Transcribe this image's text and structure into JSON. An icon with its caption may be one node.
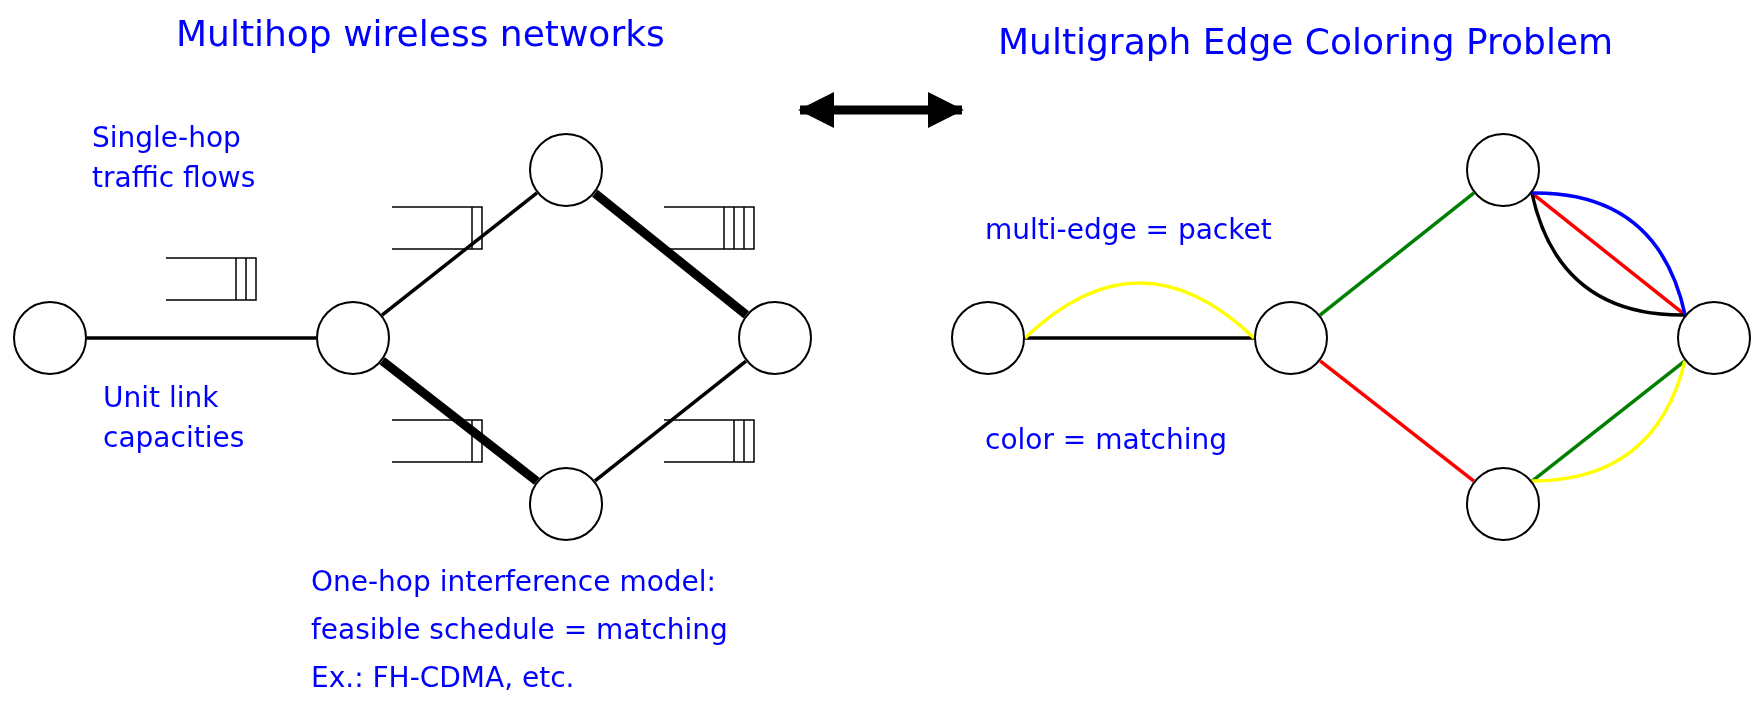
{
  "diagram": {
    "nodes": [
      {
        "text": [
          "Multihop wireless networks"
        ]
      },
      {
        "text": [
          "Multigraph Edge Coloring Problem"
        ]
      },
      {
        "text": [],
        "shape": "circle"
      },
      {
        "text": [],
        "shape": "circle"
      },
      {
        "text": [],
        "shape": "circle"
      },
      {
        "text": [],
        "shape": "circle"
      },
      {
        "text": [],
        "shape": "circle"
      },
      {
        "text": [],
        "shape": "circle"
      },
      {
        "text": [],
        "shape": "circle"
      },
      {
        "text": [],
        "shape": "circle"
      },
      {
        "text": [],
        "shape": "circle"
      },
      {
        "text": [],
        "shape": "circle"
      }
    ],
    "edges": [
      {
        "from": 0,
        "to": 1,
        "arrow": "both",
        "style": "thick"
      },
      {
        "from": 2,
        "to": 3,
        "arrow": "none"
      },
      {
        "from": 3,
        "to": 4,
        "arrow": "none"
      },
      {
        "from": 4,
        "to": 5,
        "arrow": "none",
        "style": "thick"
      },
      {
        "from": 3,
        "to": 6,
        "arrow": "none",
        "style": "thick"
      },
      {
        "from": 6,
        "to": 5,
        "arrow": "none"
      },
      {
        "from": 7,
        "to": 8,
        "arrow": "none"
      },
      {
        "from": 7,
        "to": 8,
        "arrow": "none",
        "color": "#ffff00"
      },
      {
        "from": 8,
        "to": 9,
        "arrow": "none",
        "color": "#008000"
      },
      {
        "from": 8,
        "to": 11,
        "arrow": "none",
        "color": "#ff0000"
      },
      {
        "from": 9,
        "to": 10,
        "arrow": "none",
        "color": "#ff0000"
      },
      {
        "from": 9,
        "to": 10,
        "arrow": "none"
      },
      {
        "from": 9,
        "to": 10,
        "arrow": "none",
        "color": "#0000ff"
      },
      {
        "from": 11,
        "to": 10,
        "arrow": "none",
        "color": "#008000"
      },
      {
        "from": 11,
        "to": 10,
        "arrow": "none",
        "color": "#ffff00"
      }
    ],
    "labels": [
      "Single-hop traffic flows",
      "Unit link capacities",
      "One-hop interference model:",
      "feasible schedule = matching",
      "Ex.: FH-CDMA, etc.",
      "multi-edge = packet",
      "color = matching"
    ]
  }
}
